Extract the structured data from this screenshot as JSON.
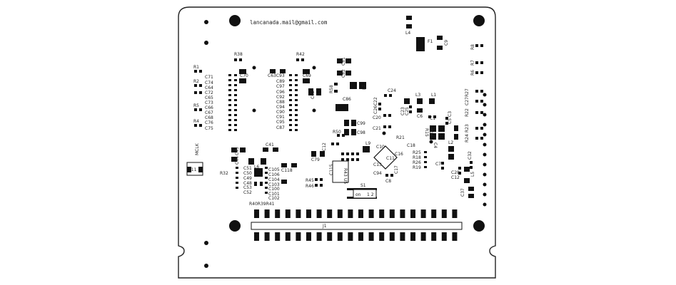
{
  "board": {
    "email": "lancanada.mail@gmail.com",
    "colors": {
      "copper": "#111111",
      "silk": "#222222",
      "background": "#ffffff"
    }
  },
  "connector": {
    "j1": "J1",
    "mclk": "MCLK",
    "j11": "J11"
  },
  "switch": {
    "label": "S1",
    "text_a": "on",
    "text_b": "1 2"
  },
  "labels": {
    "r1": "R1",
    "r2": "R2",
    "r5": "R5",
    "r4": "R4",
    "r32": "R32",
    "r38": "R38",
    "r42": "R42",
    "c71": "C71",
    "c74": "C74",
    "c64": "C64",
    "c72": "C72",
    "c65": "C65",
    "c73": "C73",
    "c66": "C66",
    "c67": "C67",
    "c68": "C68",
    "c76": "C76",
    "c75": "C75",
    "c70": "C70",
    "c63c93": "C63C93",
    "c69": "C69",
    "c89": "C89",
    "c97": "C97",
    "c96": "C96",
    "c92": "C92",
    "c88": "C88",
    "c94": "C94",
    "c90": "C90",
    "c91": "C91",
    "c95": "C95",
    "c87": "C87",
    "c81": "C81",
    "c82": "C82",
    "c62": "C62",
    "r58": "R58",
    "l7": "L7",
    "c86": "C86",
    "c99": "C99",
    "c98": "C98",
    "r50": "R50",
    "c24": "C24",
    "c26c22": "C26C22",
    "c20": "C20",
    "c21": "C21",
    "l4": "L4",
    "f1": "F1",
    "c9": "C9",
    "r8": "R8",
    "r7": "R7",
    "r6": "R6",
    "l3": "L3",
    "l1": "L1",
    "c23": "C23",
    "c25": "C25",
    "c6": "C6",
    "c1": "C1",
    "r15": "R15",
    "r16": "R16",
    "c3": "C3",
    "c5": "C5",
    "c4": "C4",
    "r27": "R27",
    "c27": "C27",
    "r22": "R22",
    "r23": "R23",
    "r24": "R24",
    "c45": "C45",
    "c44": "C44",
    "c41": "C41",
    "l6": "L6",
    "c79": "C79",
    "c51": "C51",
    "c50": "C50",
    "c49": "C49",
    "c48": "C48",
    "c53": "C53",
    "c52": "C52",
    "c105": "C105",
    "c106": "C106",
    "c104": "C104",
    "c103": "C103",
    "c100": "C100",
    "c101": "C101",
    "c102": "C102",
    "c118": "C118",
    "r40r39r41": "R40R39R41",
    "r45": "R45",
    "r46": "R46",
    "c115": "C115",
    "r43": "R43",
    "u5": "U5",
    "c12x": "C12",
    "l9": "L9",
    "c10": "C10",
    "c11": "C11",
    "c13": "C13",
    "c94b": "C94",
    "c16": "C16",
    "c18": "C18",
    "r21": "R21",
    "c8": "C8",
    "c17": "C17",
    "r25": "R25",
    "r18": "R18",
    "r26": "R26",
    "r19": "R19",
    "l2": "L2",
    "c7": "C7",
    "c28": "C28",
    "c12": "C12",
    "l5": "L5",
    "c32": "C32",
    "c37": "C37"
  }
}
